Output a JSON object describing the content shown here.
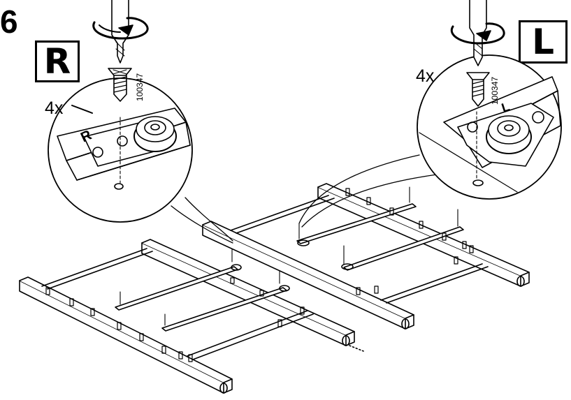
{
  "step": {
    "number": "6"
  },
  "left_detail": {
    "side_label": "R",
    "quantity": "4x",
    "part_number": "100347",
    "frame_marking": "R"
  },
  "right_detail": {
    "side_label": "L",
    "quantity": "4x",
    "part_number": "100347",
    "frame_marking": "L"
  },
  "icons": [
    "screwdriver-icon",
    "rotation-arrow-icon",
    "screw-icon",
    "caster-wheel-icon"
  ]
}
